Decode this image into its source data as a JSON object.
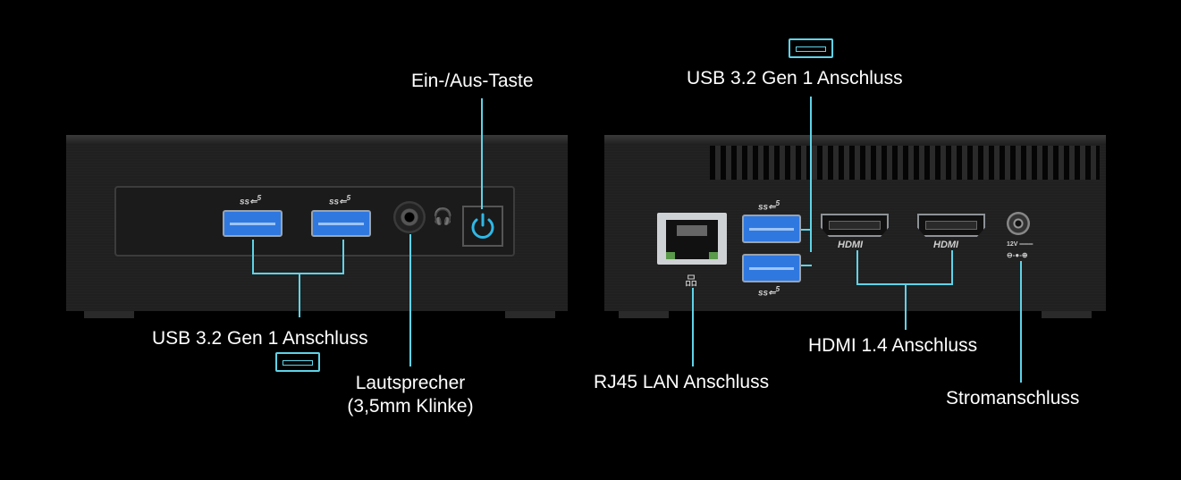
{
  "labels": {
    "front_usb": "USB 3.2 Gen 1 Anschluss",
    "power_button": "Ein-/Aus-Taste",
    "speaker_line1": "Lautsprecher",
    "speaker_line2": "(3,5mm Klinke)",
    "rear_usb": "USB 3.2 Gen 1 Anschluss",
    "lan": "RJ45 LAN Anschluss",
    "hdmi": "HDMI 1.4 Anschluss",
    "power": "Stromanschluss"
  },
  "port_markings": {
    "usb_logo": "ss⇐",
    "usb_speed": "5",
    "hdmi_logo": "HDMI",
    "dc_voltage": "12V ═══",
    "dc_polarity": "⊖-●-⊕"
  },
  "colors": {
    "background": "#000000",
    "callout_line": "#5fd3e8",
    "usb_port": "#2f78e0",
    "power_led": "#2fb8e6"
  },
  "icons": [
    "usb-port-icon",
    "power-icon",
    "headphone-icon",
    "network-icon"
  ]
}
